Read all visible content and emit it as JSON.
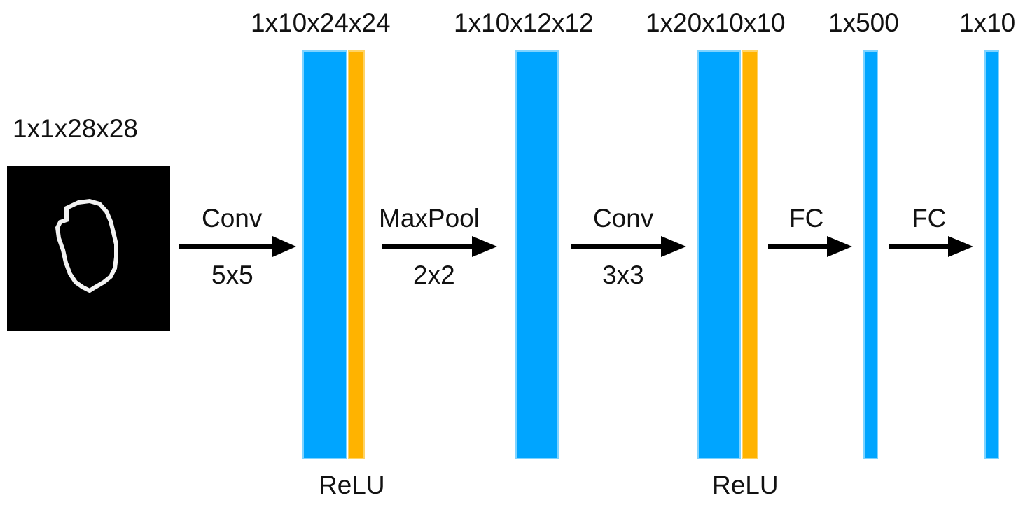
{
  "input": {
    "shape_label": "1x1x28x28",
    "image_desc": "handwritten-zero"
  },
  "layers": {
    "conv1_out": "1x10x24x24",
    "pool_out": "1x10x12x12",
    "conv2_out": "1x20x10x10",
    "fc1_out": "1x500",
    "fc2_out": "1x10"
  },
  "ops": {
    "op1_name": "Conv",
    "op1_param": "5x5",
    "op2_name": "MaxPool",
    "op2_param": "2x2",
    "op3_name": "Conv",
    "op3_param": "3x3",
    "op4_name": "FC",
    "op5_name": "FC"
  },
  "activations": {
    "act1": "ReLU",
    "act2": "ReLU"
  },
  "colors": {
    "feature_map": "#00A5FF",
    "feature_map_border": "#7FD3FF",
    "relu": "#FFB300",
    "arrow": "#000000",
    "digit_stroke": "#F2F2F2"
  }
}
